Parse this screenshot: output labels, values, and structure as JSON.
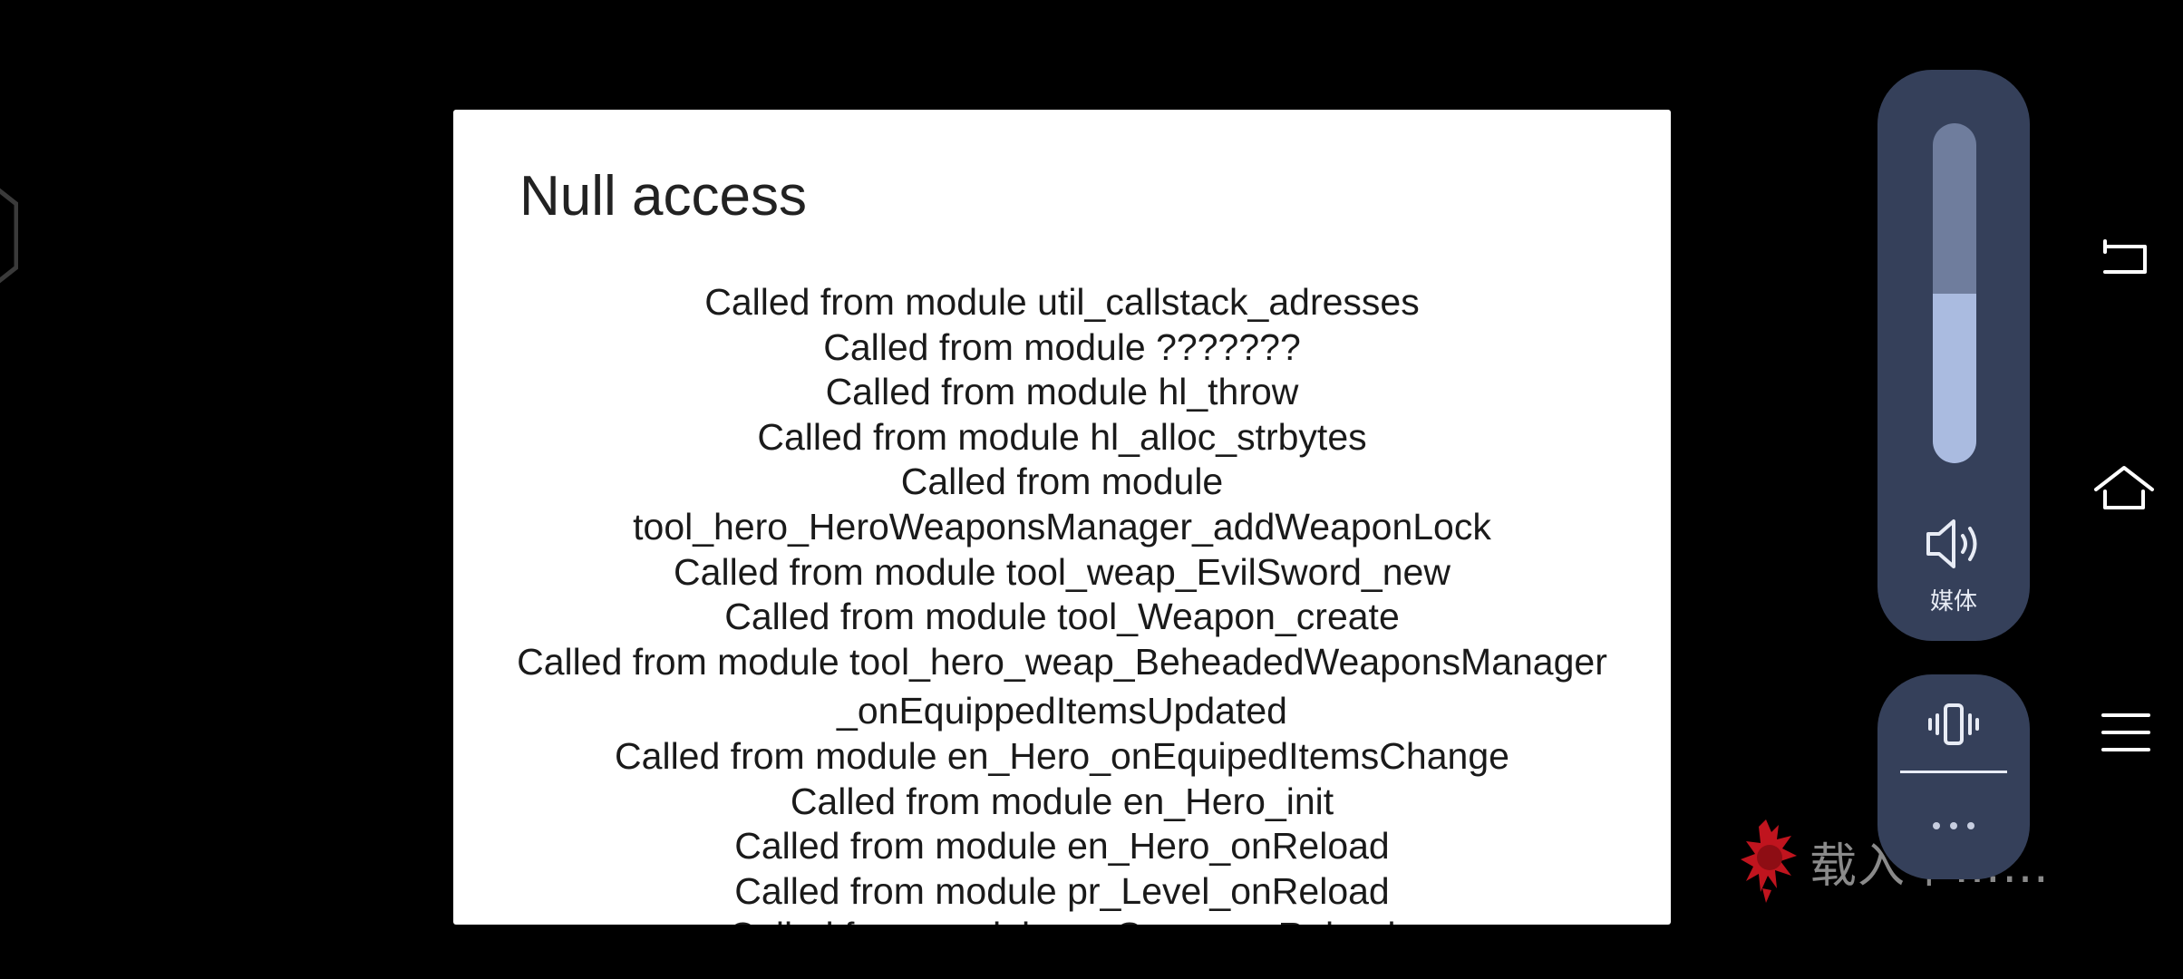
{
  "dialog": {
    "title": "Null access",
    "lines": [
      "Called from module util_callstack_adresses",
      "Called from module ???????",
      "Called from module hl_throw",
      "Called from module hl_alloc_strbytes",
      "Called from module",
      "tool_hero_HeroWeaponsManager_addWeaponLock",
      "Called from module tool_weap_EvilSword_new",
      "Called from module tool_Weapon_create",
      "Called from module tool_hero_weap_BeheadedWeaponsManager",
      "_onEquippedItemsUpdated",
      "Called from module en_Hero_onEquipedItemsChange",
      "Called from module en_Hero_init",
      "Called from module en_Hero_onReload",
      "Called from module pr_Level_onReload",
      "Called from module pr_Game_onReload"
    ]
  },
  "loading": {
    "text": "载入中……",
    "icon": "loading-emblem-icon",
    "color": "#c0141e"
  },
  "volume": {
    "label": "媒体",
    "level": 0.5,
    "icon": "speaker-icon"
  },
  "ringer": {
    "mode_icon": "vibrate-icon",
    "more_icon": "more-icon"
  },
  "nav": {
    "back_icon": "back-icon",
    "home_icon": "home-icon",
    "menu_icon": "menu-icon"
  },
  "colors": {
    "background": "#000000",
    "dialog": "#ffffff",
    "panel": "#35405a",
    "volume_fill": "#aabbe0",
    "volume_track": "#6f7d9d"
  }
}
